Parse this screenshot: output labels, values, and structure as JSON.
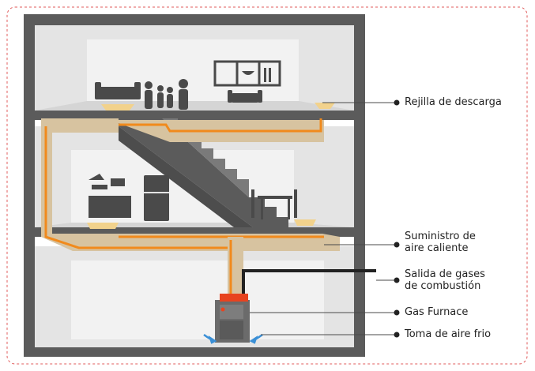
{
  "colors": {
    "wall": "#5b5b5b",
    "room": "#e4e4e4",
    "room_light": "#f2f2f2",
    "duct": "#d7c3a0",
    "duct_orange": "#f18a1c",
    "border": "#e05b5b",
    "furniture": "#4a4a4a",
    "airflow": "#3a8fd6",
    "furnace_top": "#e8431f"
  },
  "icons": [
    "sofa-icon",
    "family-icon",
    "bookshelf-icon",
    "armchair-icon",
    "kitchen-icon",
    "refrigerator-icon",
    "dining-table-icon",
    "furnace-icon",
    "vent-icon",
    "cold-air-arrow-icon"
  ],
  "labels": {
    "discharge_grille": "Rejilla de descarga",
    "hot_air_supply_line1": "Suministro de",
    "hot_air_supply_line2": "aire caliente",
    "flue_gas_line1": "Salida de gases",
    "flue_gas_line2": "de combustión",
    "gas_furnace": "Gas Furnace",
    "cold_air_intake": "Toma de aire frio"
  }
}
